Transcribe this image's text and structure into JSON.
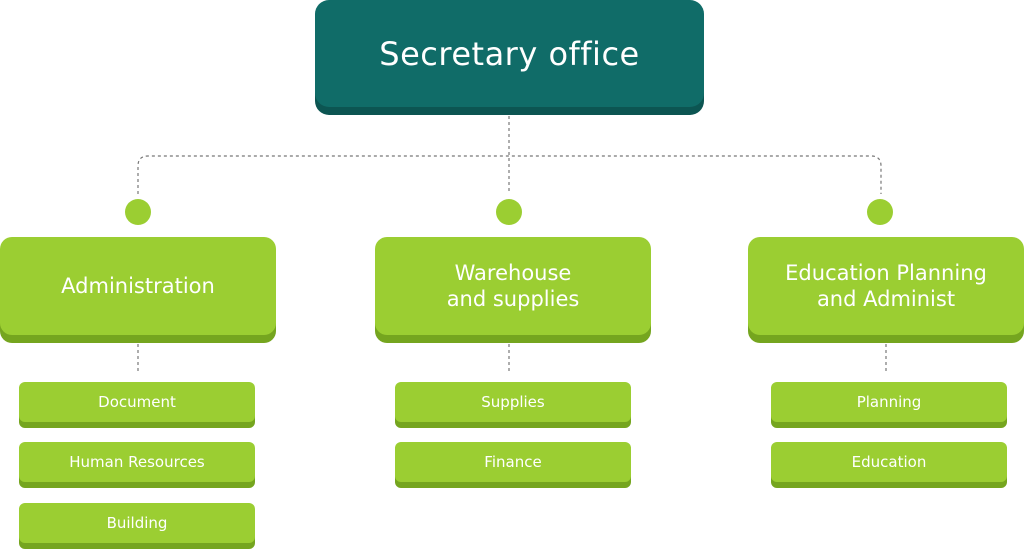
{
  "root": {
    "label": "Secretary office"
  },
  "departments": [
    {
      "label": "Administration",
      "items": [
        "Document",
        "Human Resources",
        "Building"
      ]
    },
    {
      "label": "Warehouse\nand supplies",
      "items": [
        "Supplies",
        "Finance"
      ]
    },
    {
      "label": "Education Planning\nand Administ",
      "items": [
        "Planning",
        "Education"
      ]
    }
  ],
  "colors": {
    "root": "#106c68",
    "department": "#9bce32",
    "connector": "#777777"
  }
}
